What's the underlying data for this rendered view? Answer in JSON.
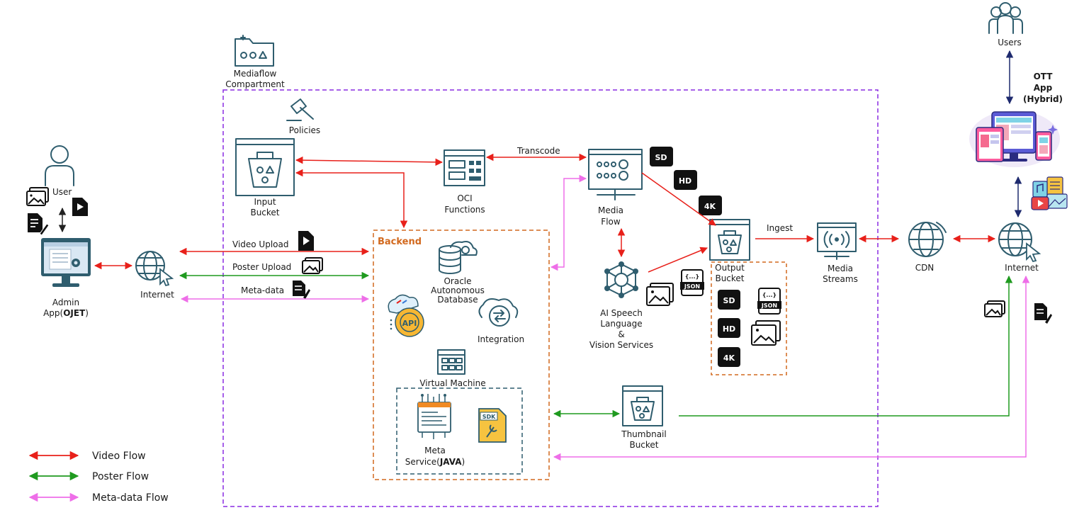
{
  "compartment": {
    "label_line1": "Mediaflow",
    "label_line2": "Compartment"
  },
  "backend": {
    "title": "Backend"
  },
  "nodes": {
    "user": "User",
    "admin_app_line1": "Admin",
    "admin_app_line2_pre": "App(",
    "admin_app_line2_bold": "OJET",
    "admin_app_line2_post": ")",
    "internet_left": "Internet",
    "policies": "Policies",
    "input_bucket_line1": "Input",
    "input_bucket_line2": "Bucket",
    "oci_functions_line1": "OCI",
    "oci_functions_line2": "Functions",
    "media_flow_line1": "Media",
    "media_flow_line2": "Flow",
    "ai_services_line1": "AI Speech",
    "ai_services_line2": "Language",
    "ai_services_line3": "&",
    "ai_services_line4": "Vision Services",
    "output_bucket_line1": "Output",
    "output_bucket_line2": "Bucket",
    "media_streams_line1": "Media",
    "media_streams_line2": "Streams",
    "cdn": "CDN",
    "internet_right": "Internet",
    "users": "Users",
    "ott_line1": "OTT",
    "ott_line2": "App",
    "ott_line3": "(Hybrid)",
    "oracle_db_line1": "Oracle",
    "oracle_db_line2": "Autonomous",
    "oracle_db_line3": "Database",
    "integration": "Integration",
    "virtual_machine": "Virtual Machine",
    "meta_service_line1": "Meta",
    "meta_service_line2_pre": "Service(",
    "meta_service_line2_bold": "JAVA",
    "meta_service_line2_post": ")",
    "thumbnail_bucket_line1": "Thumbnail",
    "thumbnail_bucket_line2": "Bucket",
    "api_badge": "API",
    "sdk_badge": "SDK",
    "json_badge": "JSON",
    "json_braces": "{...}"
  },
  "edges": {
    "transcode": "Transcode",
    "ingest": "Ingest",
    "video_upload": "Video Upload",
    "poster_upload": "Poster Upload",
    "meta_data": "Meta-data"
  },
  "resolutions": [
    "SD",
    "HD",
    "4K"
  ],
  "legend": [
    {
      "label": "Video Flow",
      "color": "#e8201a"
    },
    {
      "label": "Poster Flow",
      "color": "#1f9a1f"
    },
    {
      "label": "Meta-data Flow",
      "color": "#ee6ee8"
    }
  ],
  "colors": {
    "video_flow": "#e8201a",
    "poster_flow": "#1f9a1f",
    "meta_flow": "#ee6ee8",
    "users_link": "#1e2a6e",
    "compartment_border": "#8a2be2",
    "backend_border": "#d2691e",
    "vm_border": "#2f5d6e",
    "icon": "#2f5d6e"
  }
}
